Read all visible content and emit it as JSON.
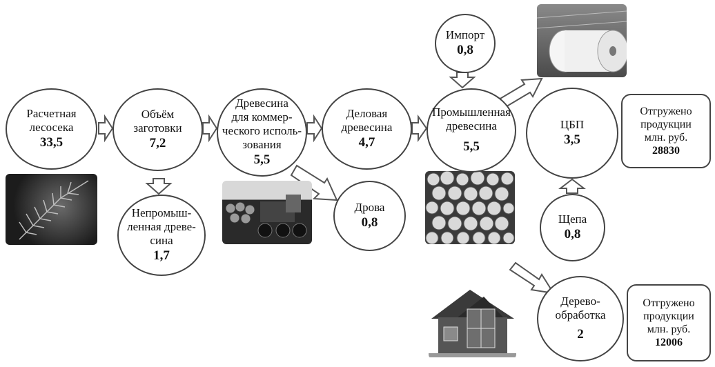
{
  "nodes": {
    "cutting_area": {
      "label": [
        "Расчетная",
        "лесосека"
      ],
      "value": "33,5"
    },
    "harvest": {
      "label": [
        "Объём",
        "заготовки"
      ],
      "value": "7,2"
    },
    "commercial_wood": {
      "label": [
        "Древесина",
        "для коммер-",
        "ческого исполь-",
        "зования"
      ],
      "value": "5,5"
    },
    "business_wood": {
      "label": [
        "Деловая",
        "древесина"
      ],
      "value": "4,7"
    },
    "industrial_wood": {
      "label": [
        "Промышленная",
        "древесина"
      ],
      "value": "5,5"
    },
    "non_industrial": {
      "label": [
        "Непромыш-",
        "ленная древе-",
        "сина"
      ],
      "value": "1,7"
    },
    "firewood": {
      "label": [
        "Дрова"
      ],
      "value": "0,8"
    },
    "import": {
      "label": [
        "Импорт"
      ],
      "value": "0,8"
    },
    "pulp_mill": {
      "label": [
        "ЦБП"
      ],
      "value": "3,5"
    },
    "chips": {
      "label": [
        "Щепа"
      ],
      "value": "0,8"
    },
    "woodworking": {
      "label": [
        "Дерево-",
        "обработка"
      ],
      "value": "2"
    }
  },
  "boxes": {
    "pulp_shipped": {
      "label": [
        "Отгружено",
        "продукции",
        "млн. руб."
      ],
      "value": "28830"
    },
    "wood_shipped": {
      "label": [
        "Отгружено",
        "продукции",
        "млн. руб."
      ],
      "value": "12006"
    }
  },
  "images": {
    "fir": "fir-branch-photo",
    "logs_truck": "log-loader-photo",
    "log_ends": "log-pile-photo",
    "paper_roll": "paper-roll-photo",
    "house": "wooden-house-photo"
  },
  "colors": {
    "outline": "#444444",
    "arrow": "#555555"
  }
}
